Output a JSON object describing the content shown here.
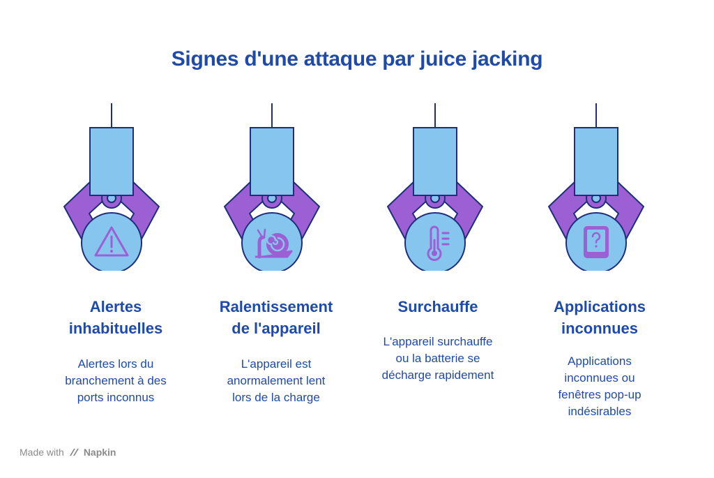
{
  "title": "Signes d'une attaque par juice jacking",
  "colors": {
    "text": "#1f4aa8",
    "box_fill": "#86c5ee",
    "stroke": "#1d2f7a",
    "arm": "#9c5fd4",
    "icon": "#9c5fd4"
  },
  "cards": [
    {
      "icon": "warning-icon",
      "title_line1": "Alertes",
      "title_line2": "inhabituelles",
      "desc_line1": "Alertes lors du",
      "desc_line2": "branchement à des",
      "desc_line3": "ports inconnus"
    },
    {
      "icon": "snail-icon",
      "title_line1": "Ralentissement",
      "title_line2": "de l'appareil",
      "desc_line1": "L'appareil est",
      "desc_line2": "anormalement lent",
      "desc_line3": "lors de la charge"
    },
    {
      "icon": "thermometer-icon",
      "title_line1": "Surchauffe",
      "desc_line1": "L'appareil surchauffe",
      "desc_line2": "ou la batterie se",
      "desc_line3": "décharge rapidement"
    },
    {
      "icon": "phone-question-icon",
      "title_line1": "Applications",
      "title_line2": "inconnues",
      "desc_line1": "Applications",
      "desc_line2": "inconnues ou",
      "desc_line3": "fenêtres pop-up",
      "desc_line4": "indésirables"
    }
  ],
  "footer": {
    "made_with": "Made with",
    "brand": "Napkin"
  }
}
